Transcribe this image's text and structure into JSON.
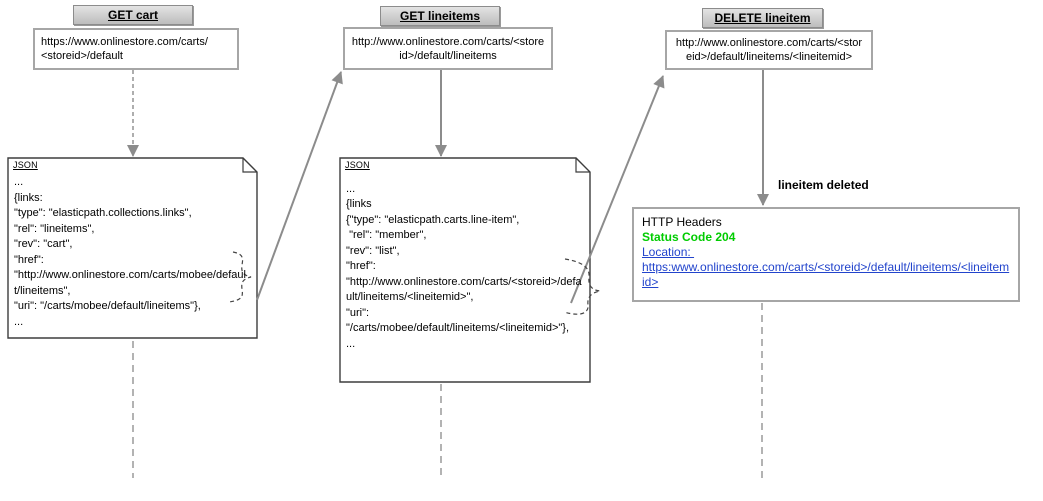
{
  "columns": {
    "cart": {
      "header": "GET cart",
      "url": "https://www.onlinestore.com/carts/\n<storeid>/default",
      "note_label": "JSON",
      "note_body": "...\n{links:\n\"type\": \"elasticpath.collections.links\",\n\"rel\": \"lineitems\",\n\"rev\": \"cart\",\n\"href\":\n\"http://www.onlinestore.com/carts/mobee/default/lineitems\",\n\"uri\": \"/carts/mobee/default/lineitems\"},\n..."
    },
    "lineitems": {
      "header": "GET lineitems",
      "url": "http://www.onlinestore.com/carts/<storeid>/default/lineitems",
      "note_label": "JSON",
      "note_body": "\n...\n{links\n{\"type\": \"elasticpath.carts.line-item\",\n \"rel\": \"member\",\n\"rev\": \"list\",\n\"href\":\n\"http://www.onlinestore.com/carts/<storeid>/default/lineitems/<lineitemid>\",\n\"uri\":\n\"/carts/mobee/default/lineitems/<lineitemid>\"},\n..."
    },
    "delete": {
      "header": "DELETE lineitem",
      "url": "http://www.onlinestore.com/carts/<storeid>/default/lineitems/<lineitemid>",
      "arrow_label": "lineitem deleted",
      "response": {
        "title": "HTTP Headers",
        "status": "Status Code 204",
        "location_label": "Location: ",
        "location_url": "https:www.onlinestore.com/carts/<storeid>/default/lineitems/<lineitemid>"
      }
    }
  },
  "colors": {
    "status_green": "#00CC00",
    "link_blue": "#2244CC",
    "arrow_gray": "#8c8c8c",
    "lifeline_gray": "#b3b3b3"
  }
}
